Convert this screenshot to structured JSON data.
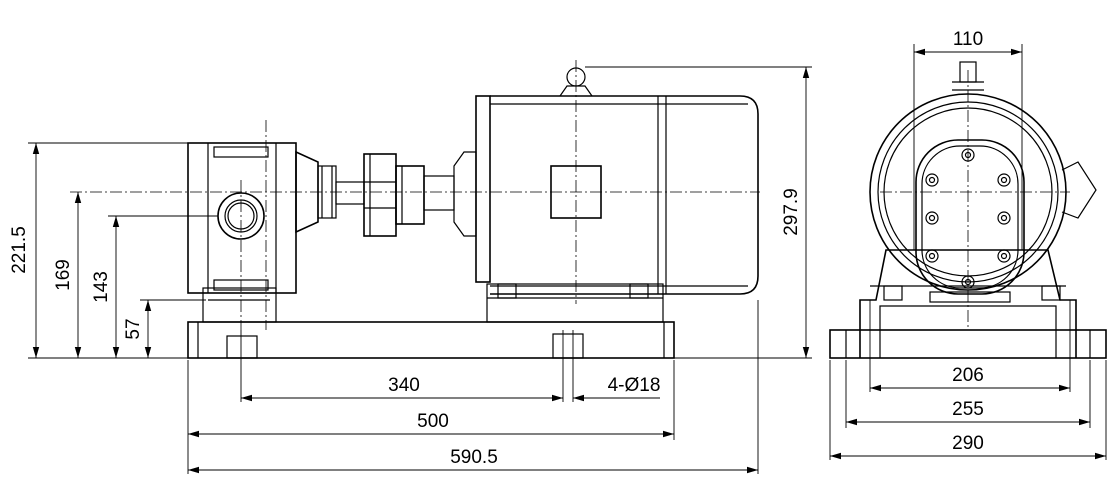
{
  "side_view": {
    "dimensions": {
      "overall_height": "221.5",
      "shaft_height": "169",
      "port_height": "143",
      "base_height": "57",
      "motor_height": "297.9",
      "bolt_spacing": "340",
      "base_bolt_spacing": "500",
      "overall_length": "590.5",
      "bolt_holes": "4-Ø18"
    }
  },
  "end_view": {
    "dimensions": {
      "flange_width": "110",
      "foot_bolt_spacing": "206",
      "foot_width": "255",
      "base_width": "290"
    }
  }
}
